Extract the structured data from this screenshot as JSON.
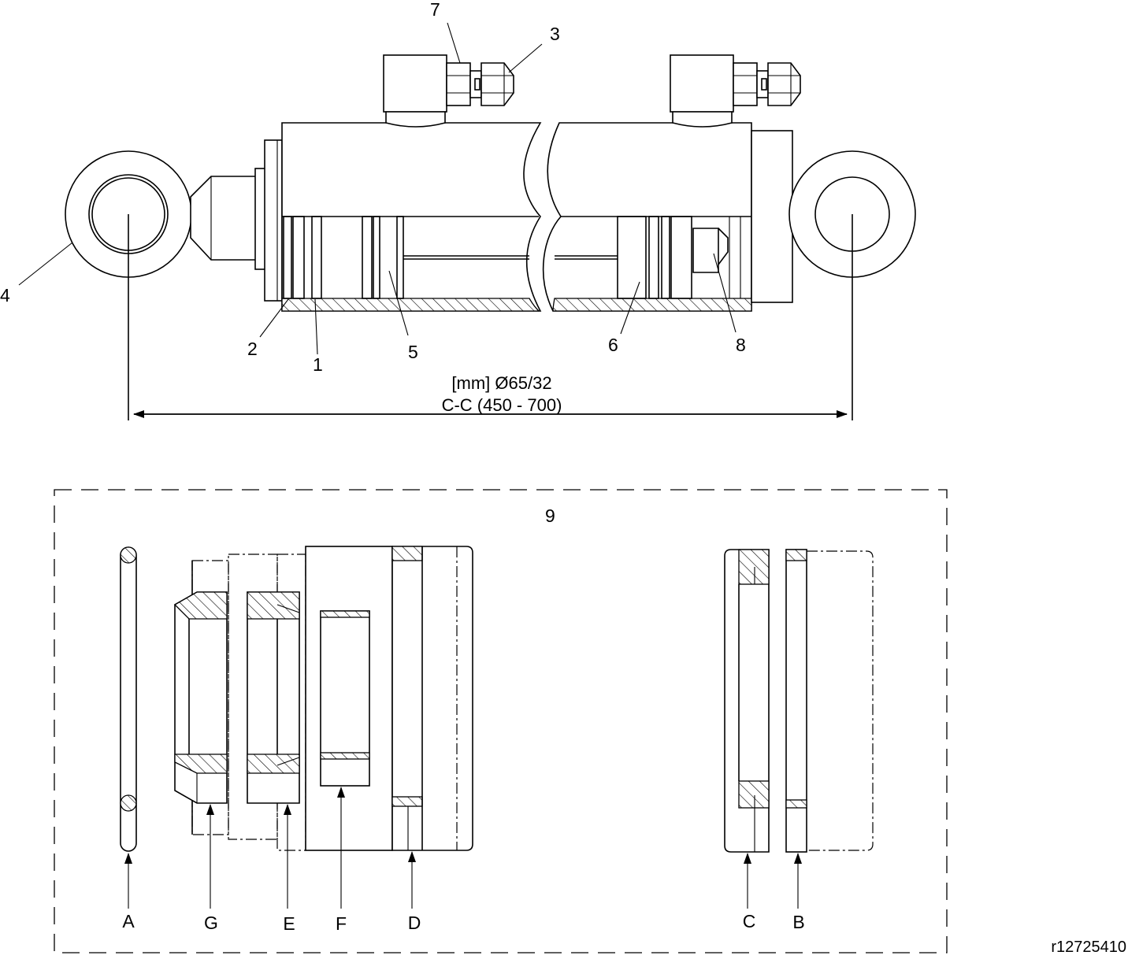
{
  "cylinder": {
    "callouts": [
      "1",
      "2",
      "3",
      "4",
      "5",
      "6",
      "7",
      "8"
    ],
    "dimension_bore": "[mm] Ø65/32",
    "dimension_cc": "C-C (450 - 700)"
  },
  "seal_kit": {
    "number": "9",
    "parts": [
      "A",
      "G",
      "E",
      "F",
      "D",
      "C",
      "B"
    ]
  },
  "reference": "r12725410"
}
